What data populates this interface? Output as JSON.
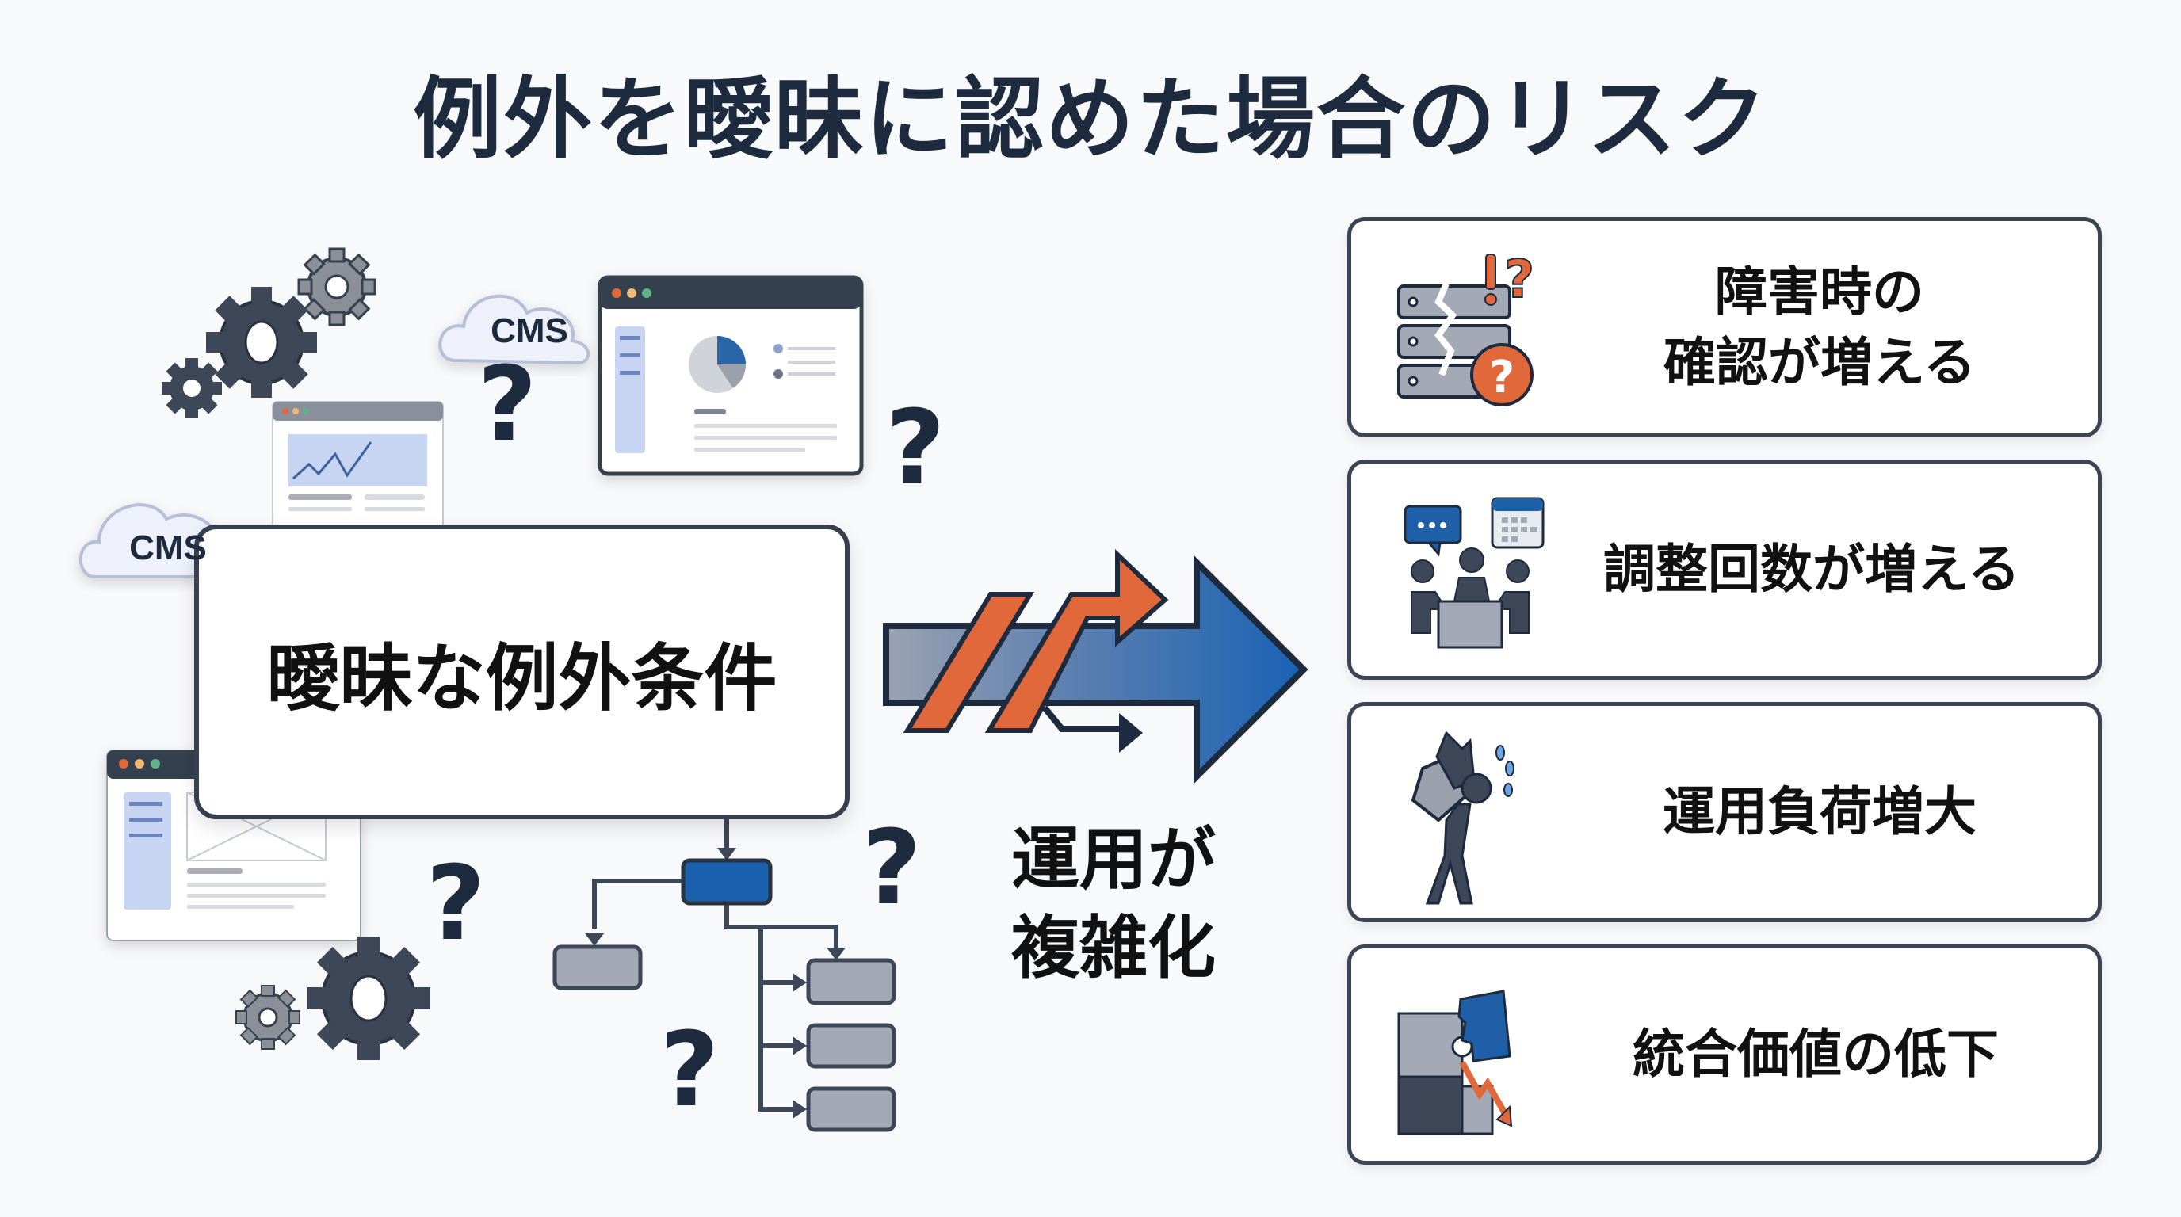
{
  "title": "例外を曖昧に認めた場合のリスク",
  "left": {
    "main_box_label": "曖昧な例外条件",
    "cloud_labels": [
      "CMS",
      "CMS"
    ],
    "question_mark": "?"
  },
  "center": {
    "label_line1": "運用が",
    "label_line2": "複雑化"
  },
  "risks": [
    {
      "icon": "broken-server-question-icon",
      "line1": "障害時の",
      "line2": "確認が増える"
    },
    {
      "icon": "meeting-calendar-icon",
      "line1": "調整回数が増える",
      "line2": ""
    },
    {
      "icon": "heavy-load-person-icon",
      "line1": "運用負荷増大",
      "line2": ""
    },
    {
      "icon": "broken-puzzle-decline-icon",
      "line1": "統合価値の低下",
      "line2": ""
    }
  ],
  "colors": {
    "dark": "#36404f",
    "blue": "#1f5fa8",
    "orange": "#e0683a",
    "gray": "#9aa1ad",
    "light_blue": "#c7d4f2"
  }
}
